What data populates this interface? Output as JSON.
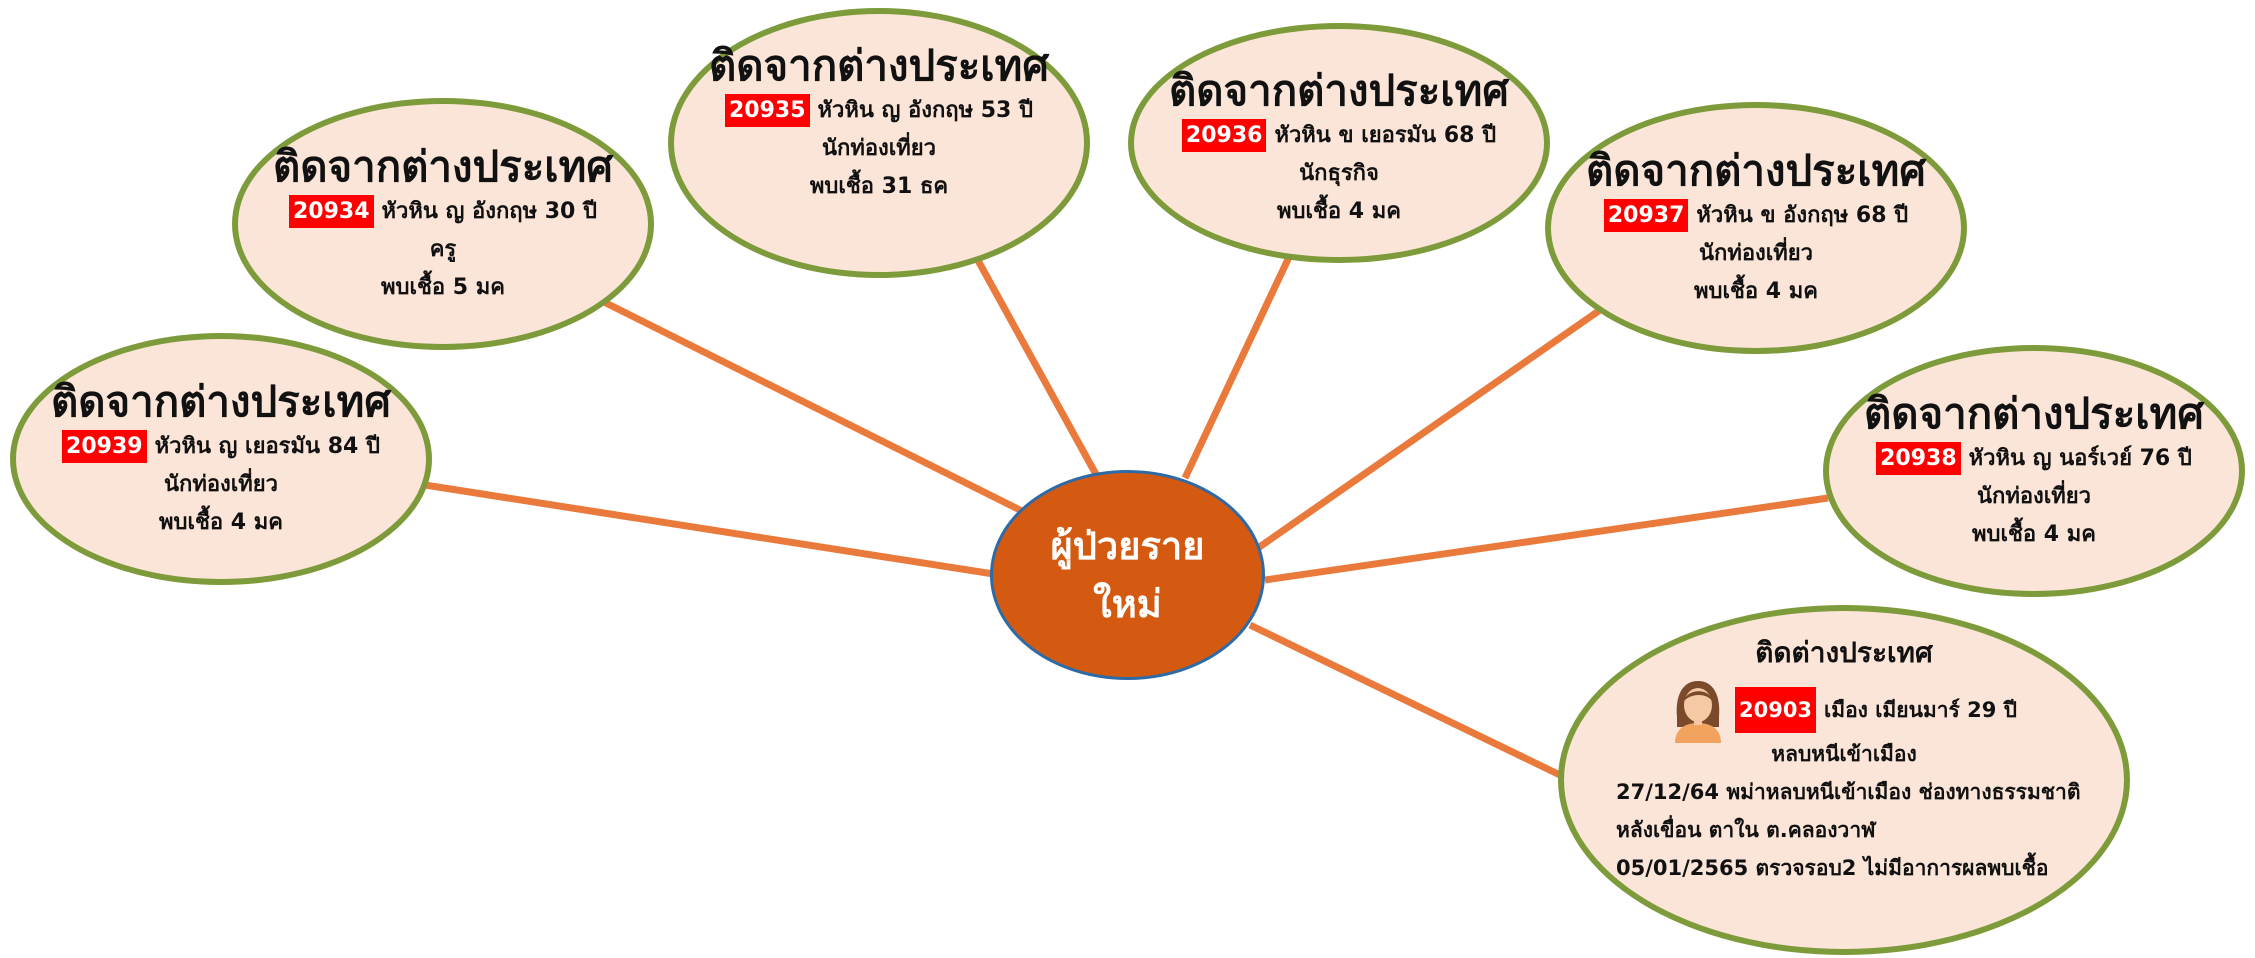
{
  "center": {
    "line1": "ผู้ป่วยราย",
    "line2": "ใหม่"
  },
  "colors": {
    "connector": "#ea7a3c",
    "center_fill": "#d55a11",
    "node_fill": "#fbe5d8",
    "node_border": "#7e9b3b",
    "case_id_bg": "#ff0000"
  },
  "nodes": [
    {
      "title": "ติดจากต่างประเทศ",
      "case_id": "20939",
      "desc": "หัวหิน ญ เยอรมัน 84 ปี",
      "occupation": "นักท่องเที่ยว",
      "found": "พบเชื้อ 4 มค"
    },
    {
      "title": "ติดจากต่างประเทศ",
      "case_id": "20934",
      "desc": "หัวหิน ญ อังกฤษ 30 ปี",
      "occupation": "ครู",
      "found": "พบเชื้อ 5 มค"
    },
    {
      "title": "ติดจากต่างประเทศ",
      "case_id": "20935",
      "desc": "หัวหิน ญ อังกฤษ 53 ปี",
      "occupation": "นักท่องเที่ยว",
      "found": "พบเชื้อ 31 ธค"
    },
    {
      "title": "ติดจากต่างประเทศ",
      "case_id": "20936",
      "desc": "หัวหิน ข เยอรมัน 68 ปี",
      "occupation": "นักธุรกิจ",
      "found": "พบเชื้อ 4 มค"
    },
    {
      "title": "ติดจากต่างประเทศ",
      "case_id": "20937",
      "desc": "หัวหิน ข อังกฤษ 68 ปี",
      "occupation": "นักท่องเที่ยว",
      "found": "พบเชื้อ 4 มค"
    },
    {
      "title": "ติดจากต่างประเทศ",
      "case_id": "20938",
      "desc": "หัวหิน ญ นอร์เวย์ 76 ปี",
      "occupation": "นักท่องเที่ยว",
      "found": "พบเชื้อ 4 มค"
    }
  ],
  "detail_node": {
    "title": "ติดต่างประเทศ",
    "avatar_icon": "woman-avatar-icon",
    "case_id": "20903",
    "desc": "เมือง เมียนมาร์ 29 ปี",
    "status": "หลบหนีเข้าเมือง",
    "note1": "27/12/64 พม่าหลบหนีเข้าเมือง ช่องทางธรรมชาติ",
    "note2": "หลังเขื่อน ตาใน ต.คลองวาฬ",
    "note3": "05/01/2565 ตรวจรอบ2 ไม่มีอาการผลพบเชื้อ"
  }
}
